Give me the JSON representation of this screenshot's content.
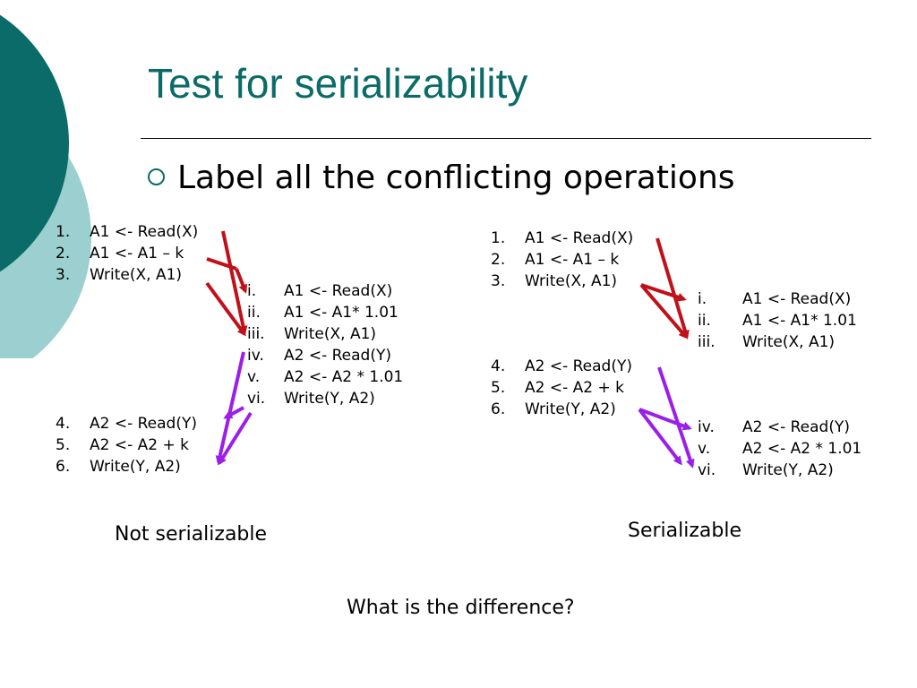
{
  "title": "Test for serializability",
  "bullet": "Label all the conflicting operations",
  "left": {
    "t1_part1": [
      {
        "num": "1.",
        "text": "A1 <- Read(X)"
      },
      {
        "num": "2.",
        "text": "A1 <- A1 – k"
      },
      {
        "num": "3.",
        "text": "Write(X, A1)"
      }
    ],
    "t2": [
      {
        "num": "i.",
        "text": "A1 <- Read(X)"
      },
      {
        "num": "ii.",
        "text": "A1 <- A1* 1.01"
      },
      {
        "num": "iii.",
        "text": "Write(X, A1)"
      },
      {
        "num": "iv.",
        "text": "A2 <- Read(Y)"
      },
      {
        "num": "v.",
        "text": "A2 <- A2 * 1.01"
      },
      {
        "num": "vi.",
        "text": "Write(Y, A2)"
      }
    ],
    "t1_part2": [
      {
        "num": "4.",
        "text": "A2 <- Read(Y)"
      },
      {
        "num": "5.",
        "text": "A2 <- A2 + k"
      },
      {
        "num": "6.",
        "text": "Write(Y, A2)"
      }
    ],
    "caption": "Not serializable"
  },
  "right": {
    "t1_part1": [
      {
        "num": "1.",
        "text": "A1 <- Read(X)"
      },
      {
        "num": "2.",
        "text": "A1 <- A1 – k"
      },
      {
        "num": "3.",
        "text": "Write(X, A1)"
      }
    ],
    "t2_part1": [
      {
        "num": "i.",
        "text": "A1 <- Read(X)"
      },
      {
        "num": "ii.",
        "text": "A1 <- A1* 1.01"
      },
      {
        "num": "iii.",
        "text": "Write(X, A1)"
      }
    ],
    "t1_part2": [
      {
        "num": "4.",
        "text": "A2 <- Read(Y)"
      },
      {
        "num": "5.",
        "text": "A2 <- A2 + k"
      },
      {
        "num": "6.",
        "text": "Write(Y, A2)"
      }
    ],
    "t2_part2": [
      {
        "num": "iv.",
        "text": "A2 <- Read(Y)"
      },
      {
        "num": "v.",
        "text": "A2 <- A2 * 1.01"
      },
      {
        "num": "vi.",
        "text": "Write(Y, A2)"
      }
    ],
    "caption": "Serializable"
  },
  "question": "What is the difference?",
  "colors": {
    "accent_dark": "#0b6b68",
    "accent_light": "#9ccfcf",
    "arrow_x": "#c0101a",
    "arrow_y": "#9b1fe8"
  }
}
